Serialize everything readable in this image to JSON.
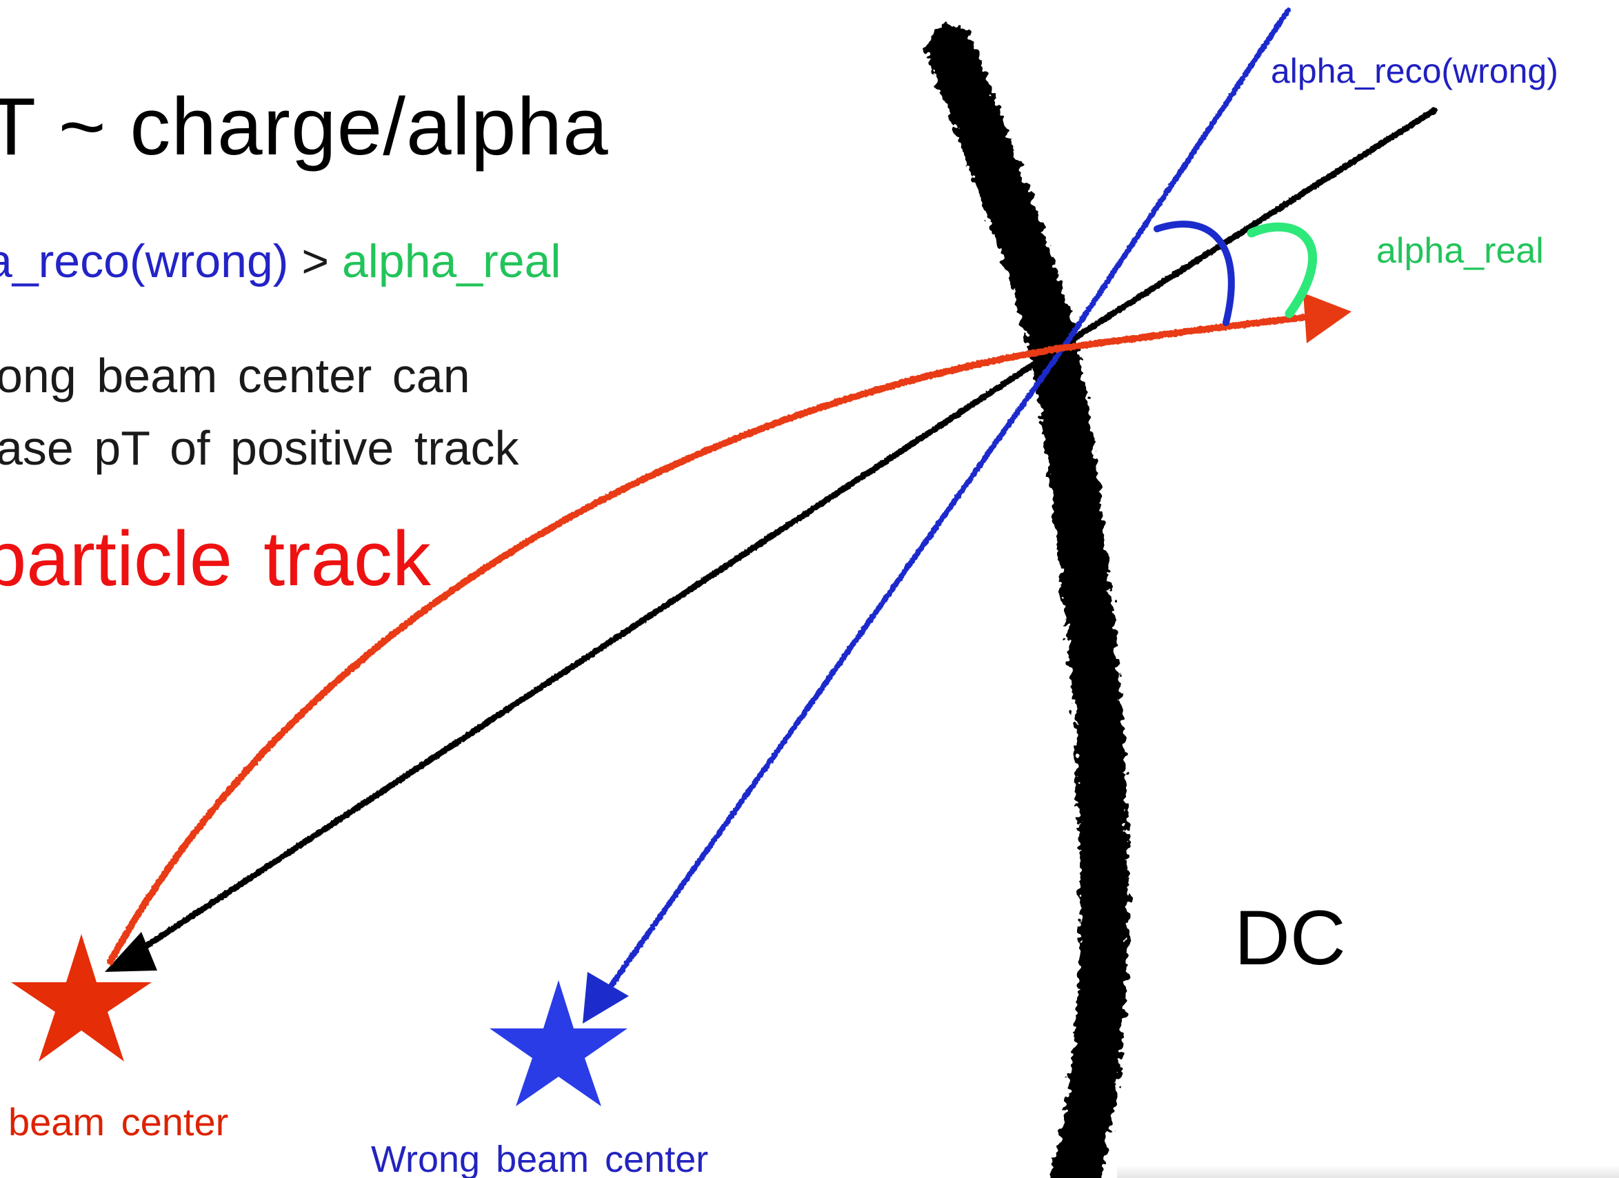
{
  "title": "T ~ charge/alpha",
  "comparison": {
    "left": "a_reco(wrong)",
    "operator": ">",
    "right": "alpha_real"
  },
  "note_lines": [
    "ong beam center can",
    "ase pT of positive track"
  ],
  "particle_track_label": "particle track",
  "labels": {
    "alpha_reco_wrong": "alpha_reco(wrong)",
    "alpha_real": "alpha_real",
    "detector": "DC",
    "true_beam_center": "beam center",
    "wrong_beam_center": "Wrong beam center"
  },
  "colors": {
    "track": "#e83a12",
    "reco_line": "#1c2ccc",
    "real_line": "#000000",
    "alpha_real_arc": "#2ee87a",
    "detector": "#000000",
    "star_true": "#e52d08",
    "star_wrong": "#2a3ce6"
  },
  "icons": {
    "true_center": "red-star-icon",
    "wrong_center": "blue-star-icon"
  }
}
